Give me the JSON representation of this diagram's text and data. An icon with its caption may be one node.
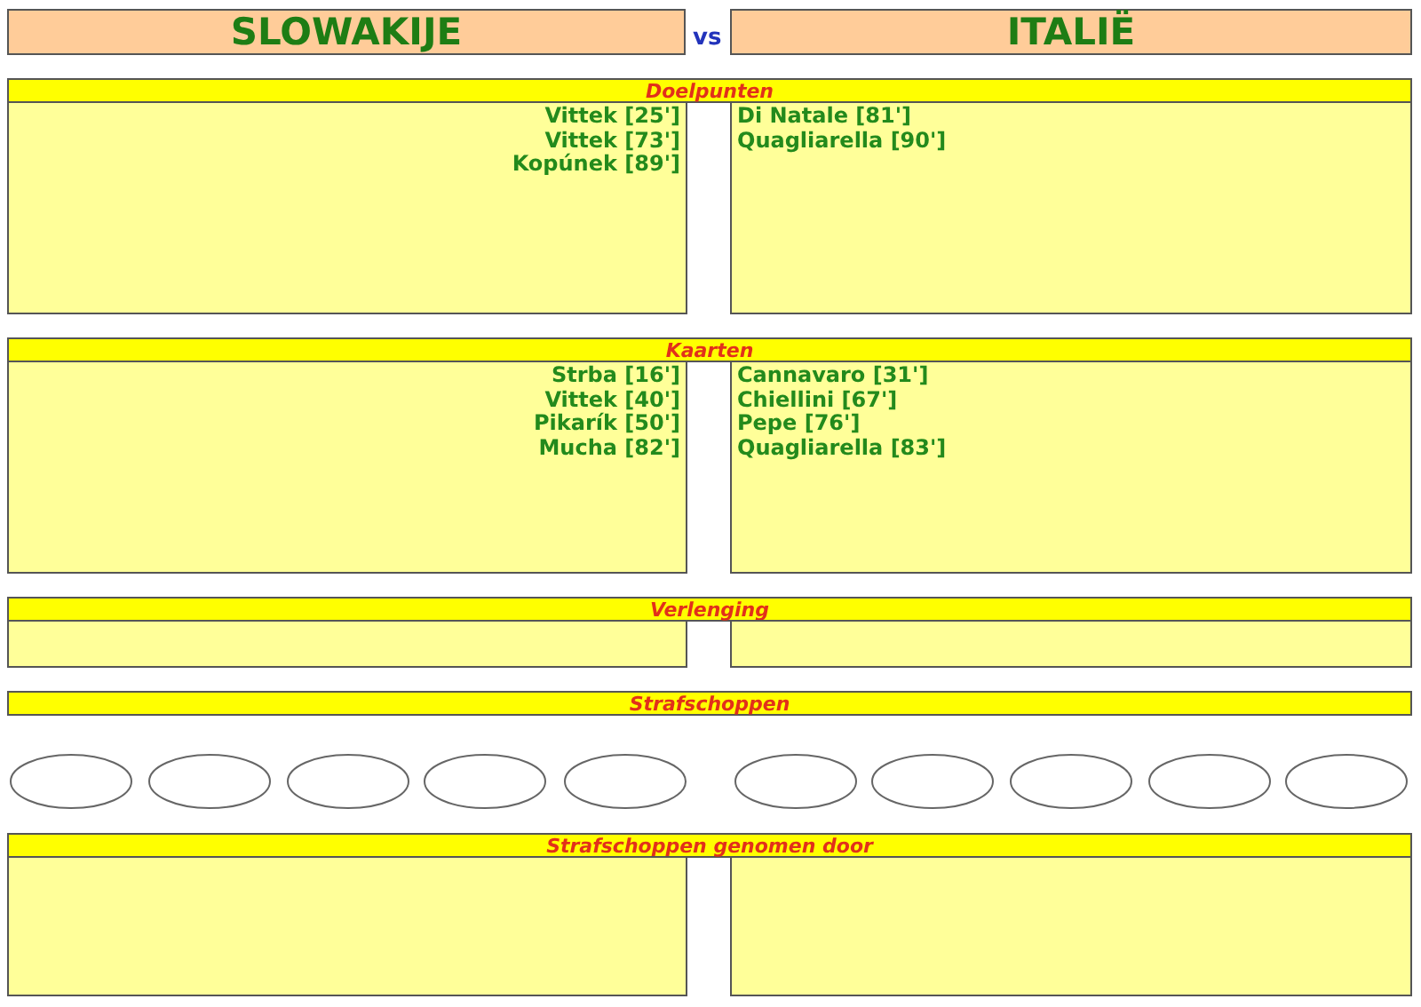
{
  "diagram": {
    "nodes": [
      {
        "text": [
          "SLOWAKIJE"
        ]
      },
      {
        "text": [
          "ITALIË"
        ]
      },
      {
        "text": [
          "Doelpunten"
        ]
      },
      {
        "text": [
          "Vittek [25']",
          "Vittek [73']",
          "Kopúnek [89']"
        ]
      },
      {
        "text": [
          "Di Natale [81']",
          "Quagliarella [90']"
        ]
      },
      {
        "text": [
          "Kaarten"
        ]
      },
      {
        "text": [
          "Strba [16']",
          "Vittek [40']",
          "Pikarík [50']",
          "Mucha [82']"
        ]
      },
      {
        "text": [
          "Cannavaro [31']",
          "Chiellini [67']",
          "Pepe [76']",
          "Quagliarella [83']"
        ]
      },
      {
        "text": [
          "Verlenging"
        ]
      },
      {
        "text": [],
        "shape": "box"
      },
      {
        "text": [],
        "shape": "box"
      },
      {
        "text": [
          "Strafschoppen"
        ]
      },
      {
        "text": [],
        "shape": "ellipse"
      },
      {
        "text": [],
        "shape": "ellipse"
      },
      {
        "text": [],
        "shape": "ellipse"
      },
      {
        "text": [],
        "shape": "ellipse"
      },
      {
        "text": [],
        "shape": "ellipse"
      },
      {
        "text": [],
        "shape": "ellipse"
      },
      {
        "text": [],
        "shape": "ellipse"
      },
      {
        "text": [],
        "shape": "ellipse"
      },
      {
        "text": [],
        "shape": "ellipse"
      },
      {
        "text": [],
        "shape": "ellipse"
      },
      {
        "text": [
          "Strafschoppen genomen door"
        ]
      },
      {
        "text": [],
        "shape": "box"
      },
      {
        "text": [],
        "shape": "box"
      }
    ],
    "labels": [
      "vs"
    ]
  }
}
